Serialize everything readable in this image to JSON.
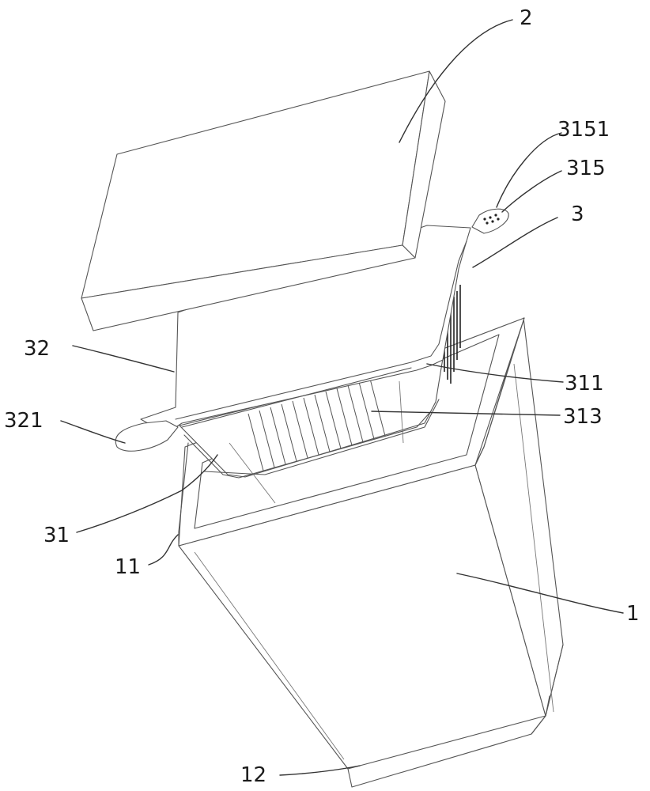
{
  "labels": {
    "l2": "2",
    "l3151": "3151",
    "l315": "315",
    "l3": "3",
    "l32": "32",
    "l311": "311",
    "l321": "321",
    "l313": "313",
    "l31": "31",
    "l11": "11",
    "l1": "1",
    "l12": "12"
  }
}
